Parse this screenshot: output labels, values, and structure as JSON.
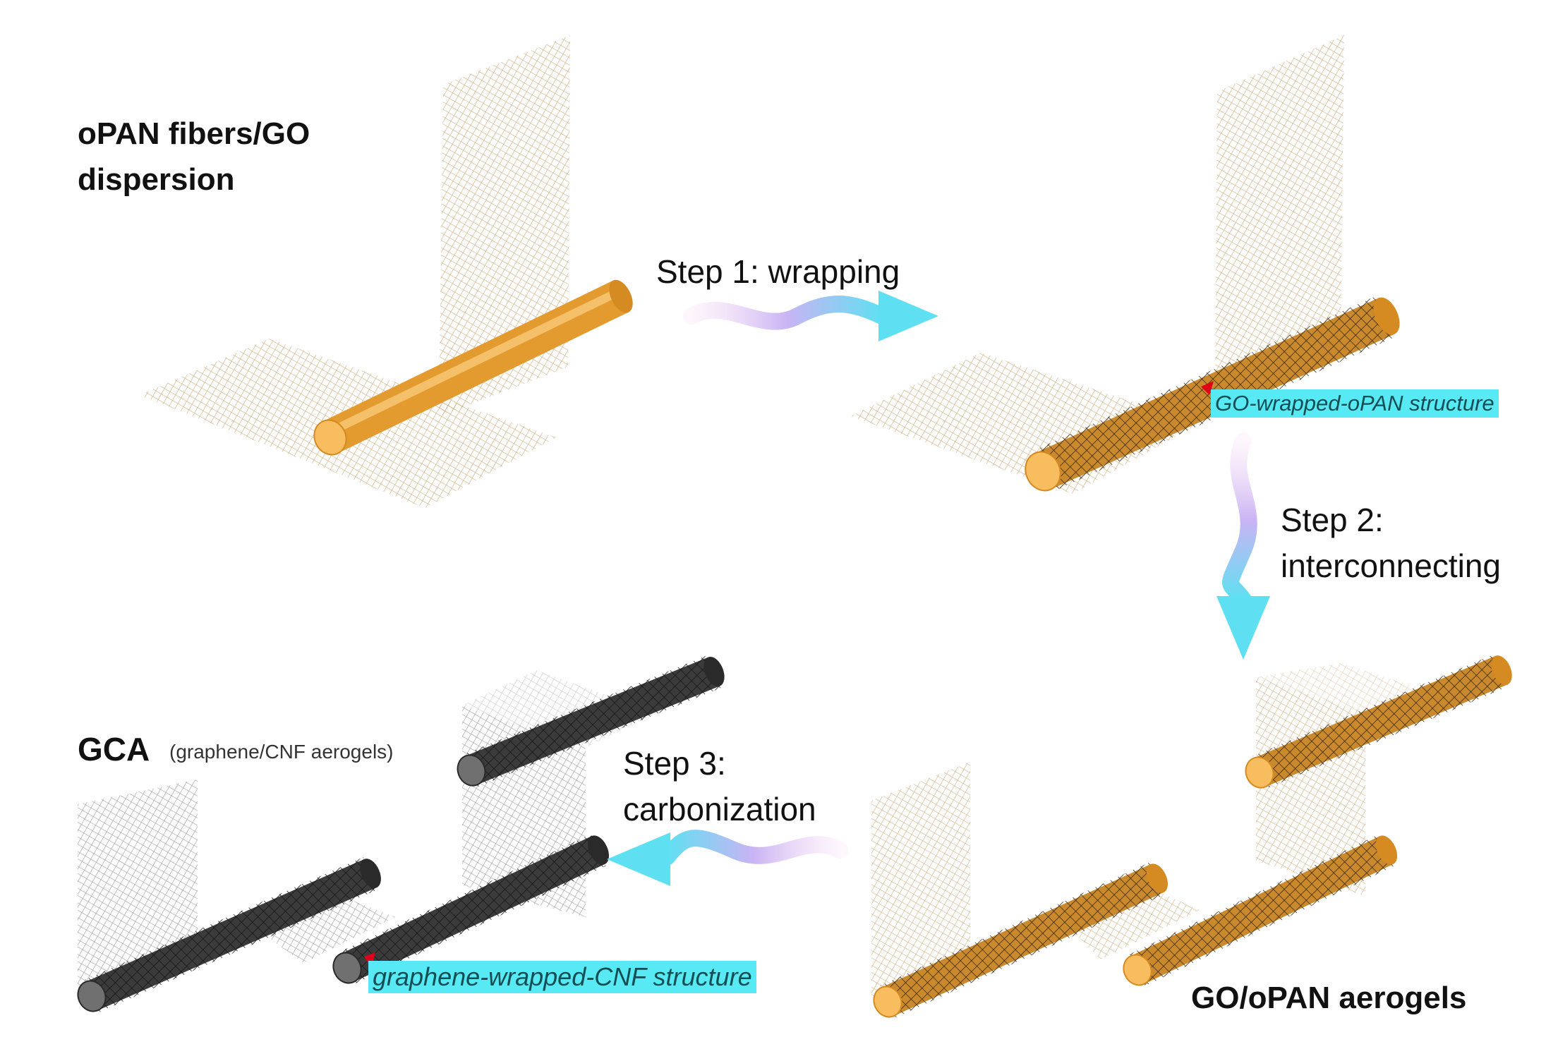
{
  "labels": {
    "start_title_line1": "oPAN fibers/GO",
    "start_title_line2": "dispersion",
    "step1": "Step 1: wrapping",
    "wrapped_tag": "GO-wrapped-oPAN structure",
    "step2_line1": "Step 2:",
    "step2_line2": "interconnecting",
    "step3_line1": "Step 3:",
    "step3_line2": "carbonization",
    "gca_title": "GCA",
    "gca_subtitle": "(graphene/CNF aerogels)",
    "graphene_tag": "graphene-wrapped-CNF structure",
    "aerogel_title": "GO/oPAN aerogels"
  },
  "colors": {
    "fiber_orange": "#e39a2e",
    "fiber_orange_light": "#f7bd5e",
    "fiber_dark": "#3b3b3b",
    "fiber_dark_light": "#707070",
    "sheet_orange": "#c9a16a",
    "sheet_gray": "#8a8a8a",
    "arrow_cyan": "#5fe0f2",
    "arrow_pink": "#f2c8f0",
    "tag_highlight": "#58eaf4",
    "tag_marker": "#e0001a"
  }
}
